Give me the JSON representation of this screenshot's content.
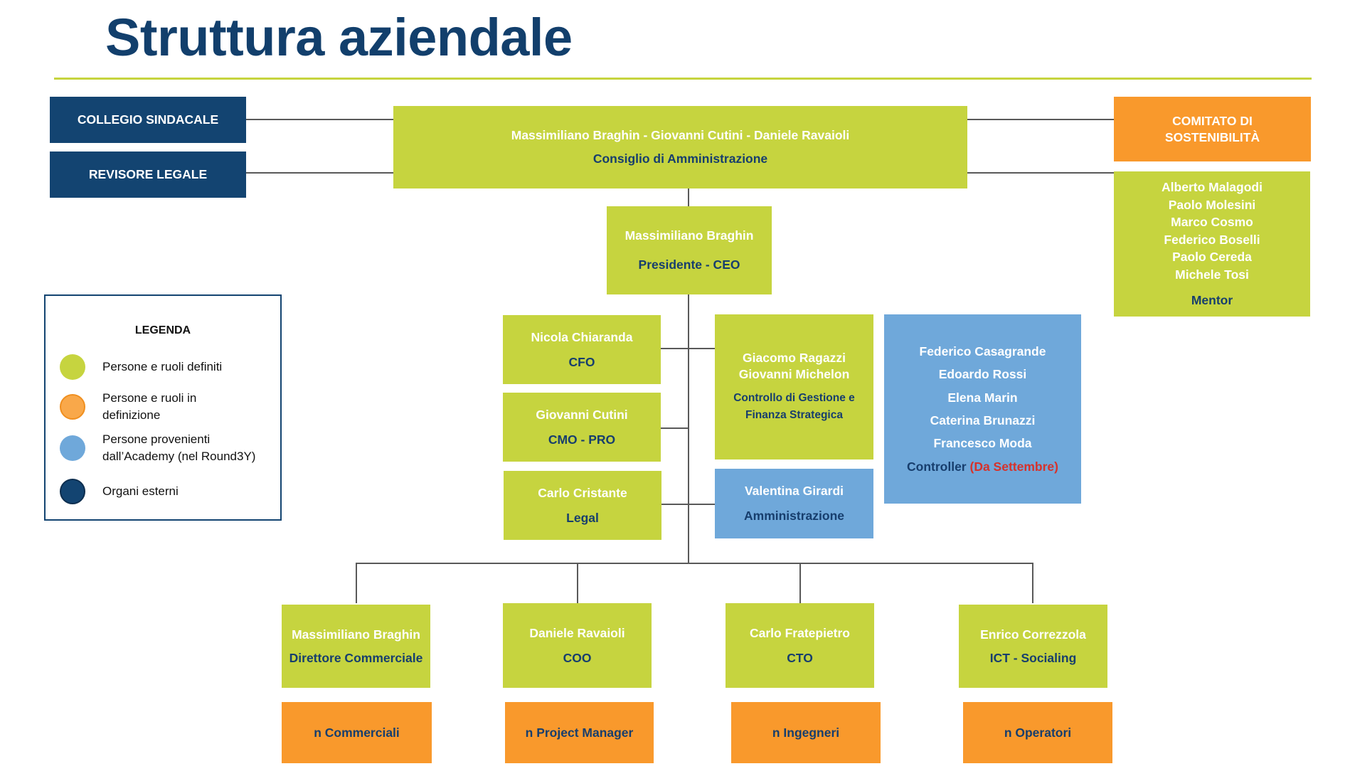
{
  "title": "Struttura aziendale",
  "colors": {
    "title": "#123f6c",
    "defined": "#c6d43f",
    "in_definition": "#f9992c",
    "academy": "#6fa8da",
    "external": "#134471",
    "role_text": "#173e6d",
    "highlight": "#d6322b"
  },
  "external": {
    "collegio": "COLLEGIO SINDACALE",
    "revisore": "REVISORE LEGALE"
  },
  "board": {
    "names": "Massimiliano Braghin - Giovanni Cutini - Daniele Ravaioli",
    "role": "Consiglio di Amministrazione"
  },
  "sustainability": {
    "line1": "COMITATO DI",
    "line2": "SOSTENIBILITÀ"
  },
  "mentors": {
    "names": [
      "Alberto Malagodi",
      "Paolo Molesini",
      "Marco Cosmo",
      "Federico Boselli",
      "Paolo Cereda",
      "Michele Tosi"
    ],
    "role": "Mentor"
  },
  "ceo": {
    "name": "Massimiliano Braghin",
    "role": "Presidente - CEO"
  },
  "staff": {
    "cfo": {
      "name": "Nicola Chiaranda",
      "role": "CFO"
    },
    "cmo": {
      "name": "Giovanni Cutini",
      "role": "CMO - PRO"
    },
    "legal": {
      "name": "Carlo Cristante",
      "role": "Legal"
    },
    "controllo": {
      "name1": "Giacomo Ragazzi",
      "name2": "Giovanni Michelon",
      "role1": "Controllo di Gestione e",
      "role2": "Finanza Strategica"
    },
    "amministrazione": {
      "name": "Valentina Girardi",
      "role": "Amministrazione"
    }
  },
  "academy": {
    "names": [
      "Federico Casagrande",
      "Edoardo Rossi",
      "Elena Marin",
      "Caterina Brunazzi",
      "Francesco Moda"
    ],
    "role": "Controller",
    "note": "(Da Settembre)"
  },
  "directors": [
    {
      "name": "Massimiliano Braghin",
      "role": "Direttore Commerciale",
      "team": "n Commerciali"
    },
    {
      "name": "Daniele Ravaioli",
      "role": "COO",
      "team": "n Project Manager"
    },
    {
      "name": "Carlo Fratepietro",
      "role": "CTO",
      "team": "n Ingegneri"
    },
    {
      "name": "Enrico Correzzola",
      "role": "ICT - Socialing",
      "team": "n Operatori"
    }
  ],
  "legend": {
    "title": "LEGENDA",
    "items": [
      {
        "label": "Persone e ruoli definiti",
        "color": "#c6d43f"
      },
      {
        "label": "Persone e ruoli in definizione",
        "color": "#f9992c"
      },
      {
        "label": "Persone provenienti dall’Academy (nel Round3Y)",
        "color": "#6fa8da"
      },
      {
        "label": "Organi esterni",
        "color": "#134471"
      }
    ]
  }
}
